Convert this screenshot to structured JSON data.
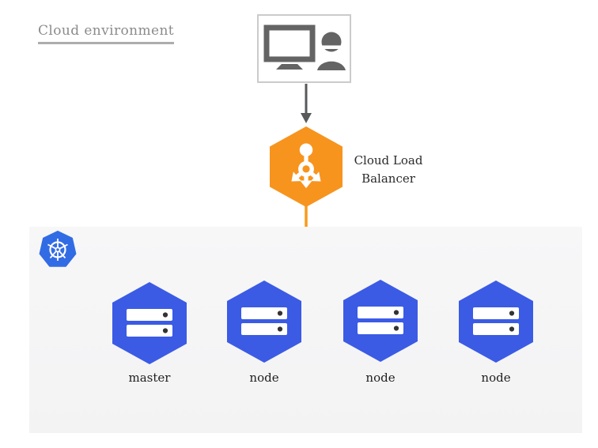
{
  "title": {
    "text": "Cloud environment"
  },
  "client_box": {
    "icon": "workstation-user-icon"
  },
  "load_balancer": {
    "label": "Cloud Load Balancer",
    "icon": "load-balancer-icon",
    "color": "#F7941E"
  },
  "cluster": {
    "logo": "kubernetes-icon",
    "logo_color": "#326CE5",
    "panel_color": "#F5F5F6",
    "node_color": "#3B5BE5",
    "nodes": [
      {
        "label": "master",
        "icon": "server-icon"
      },
      {
        "label": "node",
        "icon": "server-icon"
      },
      {
        "label": "node",
        "icon": "server-icon"
      },
      {
        "label": "node",
        "icon": "server-icon"
      }
    ]
  },
  "connectors": {
    "client_to_lb_color": "#58595B",
    "lb_to_nodes_color": "#F99B1C"
  }
}
